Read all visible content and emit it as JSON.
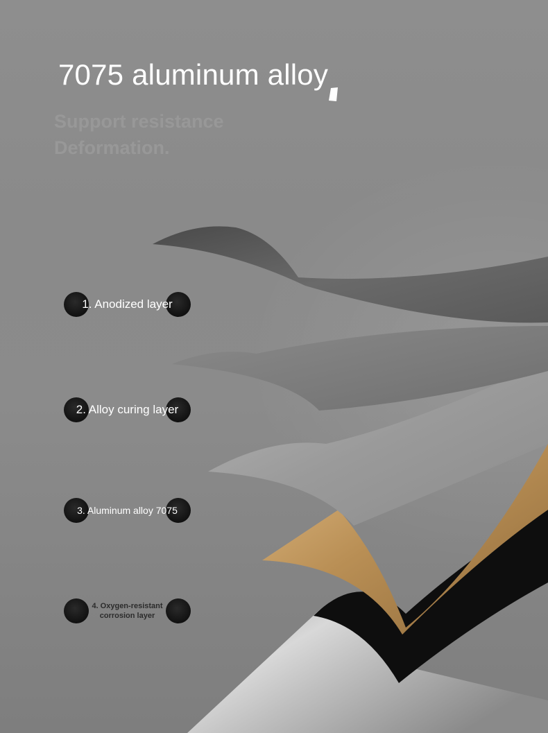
{
  "header": {
    "title": "7075 aluminum alloy",
    "subtitle_line1": "Support resistance",
    "subtitle_line2": "Deformation."
  },
  "layers": [
    {
      "label": "1. Anodized layer",
      "color": "#5f5f5f"
    },
    {
      "label": "2. Alloy curing layer",
      "color": "#7c7c7c"
    },
    {
      "label": "3. Aluminum alloy 7075",
      "color": "#9c9c9c"
    },
    {
      "label": "4. Oxygen-resistant corrosion layer",
      "color": "#b98f55"
    }
  ],
  "colors": {
    "background": "#8b8b8b",
    "pill": "#151515",
    "gold_layer": "#b98f55",
    "core_black": "#0d0d0d",
    "tube_silver": "#c9c9c9"
  }
}
